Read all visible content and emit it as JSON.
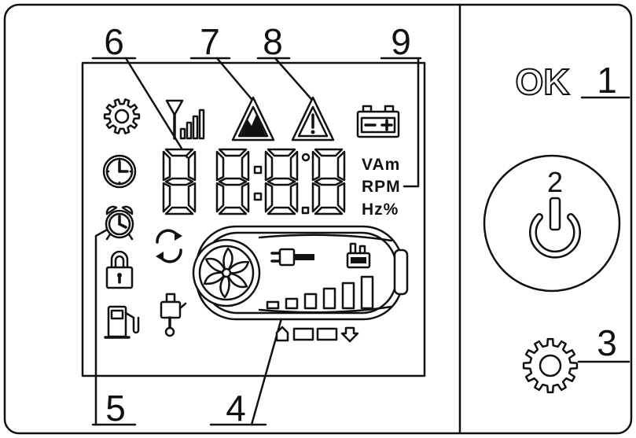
{
  "colors": {
    "ink": "#111111",
    "paper": "#ffffff"
  },
  "callouts": {
    "one": "1",
    "two": "2",
    "three": "3",
    "four": "4",
    "five": "5",
    "six": "6",
    "seven": "7",
    "eight": "8",
    "nine": "9"
  },
  "controls": {
    "ok_button_label": "OK"
  },
  "lcd": {
    "units": [
      "VAm",
      "RPM",
      "Hz%"
    ],
    "icons": [
      "gear-icon",
      "signal-strength-icon",
      "altitude-mountain-icon",
      "warning-triangle-icon",
      "battery-icon",
      "clock-icon",
      "alarm-clock-icon",
      "padlock-icon",
      "fuel-pump-icon",
      "recirculation-icon",
      "heater-body-icon",
      "fan-icon",
      "plug-icon",
      "fuel-tank-icon",
      "power-level-bars-icon",
      "oil-pump-icon",
      "power-icon"
    ]
  }
}
